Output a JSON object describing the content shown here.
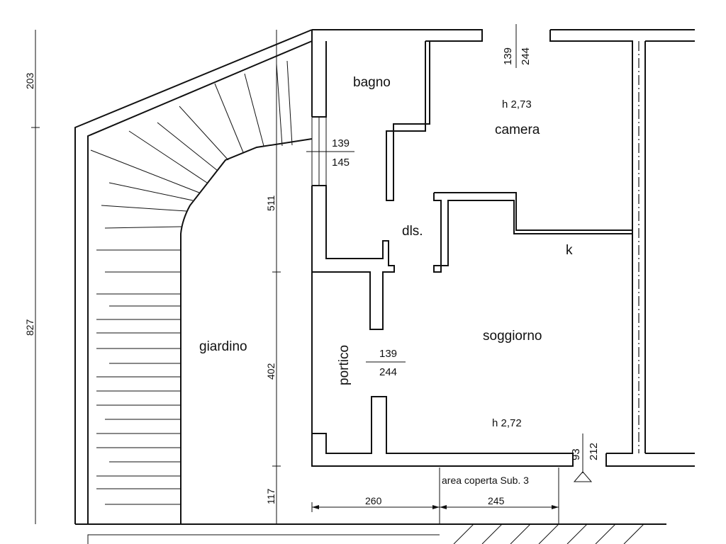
{
  "rooms": {
    "bagno": "bagno",
    "camera": "camera",
    "camera_height": "h 2,73",
    "disimpegno": "dls.",
    "kitchen": "k",
    "soggiorno": "soggiorno",
    "soggiorno_height": "h 2,72",
    "portico": "portico",
    "giardino": "giardino"
  },
  "openings": {
    "camera_window": {
      "width": "139",
      "height": "244"
    },
    "bagno_window": {
      "width": "139",
      "height": "145"
    },
    "portico_door": {
      "width": "139",
      "height": "244"
    },
    "soggiorno_door": {
      "width": "93",
      "height": "212"
    }
  },
  "dimensions": {
    "left_upper": "203",
    "left_main": "827",
    "inner_upper": "511",
    "inner_middle": "402",
    "inner_lower": "117",
    "bottom_left": "260",
    "bottom_right": "245"
  },
  "annotations": {
    "covered_area": "area coperta Sub. 3"
  }
}
